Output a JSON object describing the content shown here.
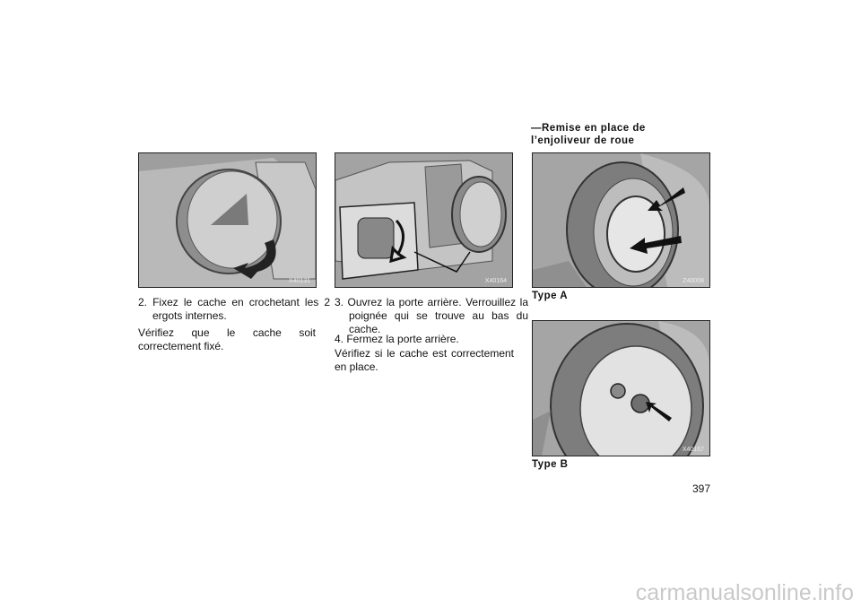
{
  "figures": {
    "fig1_code": "X40131",
    "fig2_code": "X40164",
    "fig3_code": "Z40008",
    "fig4_code": "X40167"
  },
  "col1": {
    "step2": "2. Fixez le cache en crochetant les 2 ergots internes.",
    "note": "Vérifiez que le cache soit correctement fixé."
  },
  "col2": {
    "step3": "3. Ouvrez la porte arrière. Verrouillez la poignée qui se trouve au bas du cache.",
    "step4": "4. Fermez la porte arrière.",
    "note": "Vérifiez si le cache est correctement en place."
  },
  "col3": {
    "heading": "—Remise en place de l’enjoliveur de roue",
    "caption_a": "Type A",
    "caption_b": "Type B"
  },
  "page_number": "397",
  "watermark": "carmanualsonline.info"
}
